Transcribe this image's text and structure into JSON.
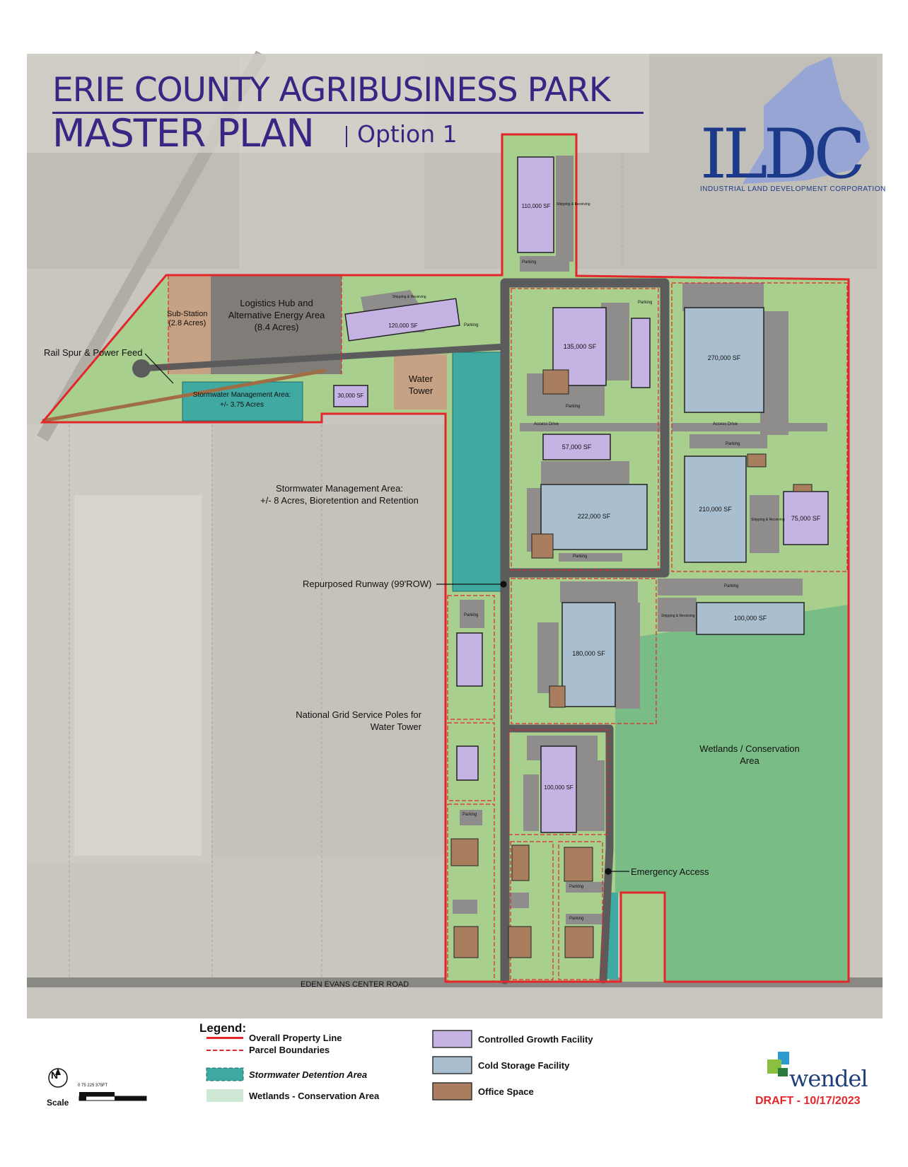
{
  "title": {
    "line1": "ERIE COUNTY AGRIBUSINESS PARK",
    "line2": "MASTER PLAN",
    "option": "Option 1"
  },
  "logo": {
    "ildc": "ILDC",
    "ildc_subtitle": "INDUSTRIAL LAND DEVELOPMENT CORPORATION",
    "wendel": "wendel"
  },
  "draft_label": "DRAFT - 10/17/2023",
  "annotations": {
    "rail_spur": "Rail Spur & Power Feed",
    "stormwater_8ac_1": "Stormwater Management Area:",
    "stormwater_8ac_2": "+/- 8 Acres, Bioretention and Retention",
    "runway": "Repurposed Runway (99'ROW)",
    "grid_poles_1": "National Grid Service Poles for",
    "grid_poles_2": "Water Tower",
    "wetlands_1": "Wetlands / Conservation",
    "wetlands_2": "Area",
    "emergency": "Emergency Access",
    "road": "EDEN EVANS CENTER ROAD",
    "substation_1": "Sub-Station",
    "substation_2": "(2.8 Acres)",
    "logistics_1": "Logistics Hub and",
    "logistics_2": "Alternative Energy Area",
    "logistics_3": "(8.4 Acres)",
    "water_tower_1": "Water",
    "water_tower_2": "Tower",
    "stormwater_375_1": "Stormwater Management Area:",
    "stormwater_375_2": "+/- 3.75 Acres",
    "access_drive": "Access Drive"
  },
  "facilities": [
    {
      "id": "b110",
      "label": "110,000 SF",
      "kind": "controlled"
    },
    {
      "id": "b120",
      "label": "120,000 SF",
      "kind": "controlled"
    },
    {
      "id": "b135",
      "label": "135,000 SF",
      "kind": "controlled"
    },
    {
      "id": "b270",
      "label": "270,000 SF",
      "kind": "cold"
    },
    {
      "id": "b30",
      "label": "30,000 SF",
      "kind": "controlled"
    },
    {
      "id": "b57",
      "label": "57,000 SF",
      "kind": "controlled"
    },
    {
      "id": "b222",
      "label": "222,000 SF",
      "kind": "cold"
    },
    {
      "id": "b210",
      "label": "210,000 SF",
      "kind": "cold"
    },
    {
      "id": "b75",
      "label": "75,000 SF",
      "kind": "controlled"
    },
    {
      "id": "b100a",
      "label": "100,000 SF",
      "kind": "cold"
    },
    {
      "id": "b180",
      "label": "180,000 SF",
      "kind": "cold"
    },
    {
      "id": "b100b",
      "label": "100,000 SF",
      "kind": "controlled"
    }
  ],
  "small_labels": {
    "parking": "Parking",
    "shipping": "Shipping & Receiving"
  },
  "legend": {
    "title": "Legend:",
    "items": [
      {
        "label": "Overall Property Line",
        "color": "#e3262b"
      },
      {
        "label": "Parcel Boundaries",
        "color": "#e3262b"
      },
      {
        "label": "Stormwater Detention Area",
        "color": "#3fa9a2"
      },
      {
        "label": "Wetlands - Conservation Area",
        "color": "#cfe8d6"
      },
      {
        "label": "Controlled Growth Facility",
        "color": "#c4b3e3"
      },
      {
        "label": "Cold Storage Facility",
        "color": "#a9bfd0"
      },
      {
        "label": "Office Space",
        "color": "#a97e5e"
      }
    ]
  },
  "scale": {
    "label": "Scale",
    "north": "N",
    "ticks": "0   75        225        375FT"
  },
  "colors": {
    "property_line": "#e3262b",
    "green_space": "#a8cf8e",
    "wetlands": "#79bc86",
    "stormwater": "#3fa9a2",
    "road": "#5b5b5b",
    "controlled_growth": "#c4b3e3",
    "cold_storage": "#a9bfd0",
    "office": "#a97e5e",
    "title": "#3b2483"
  }
}
